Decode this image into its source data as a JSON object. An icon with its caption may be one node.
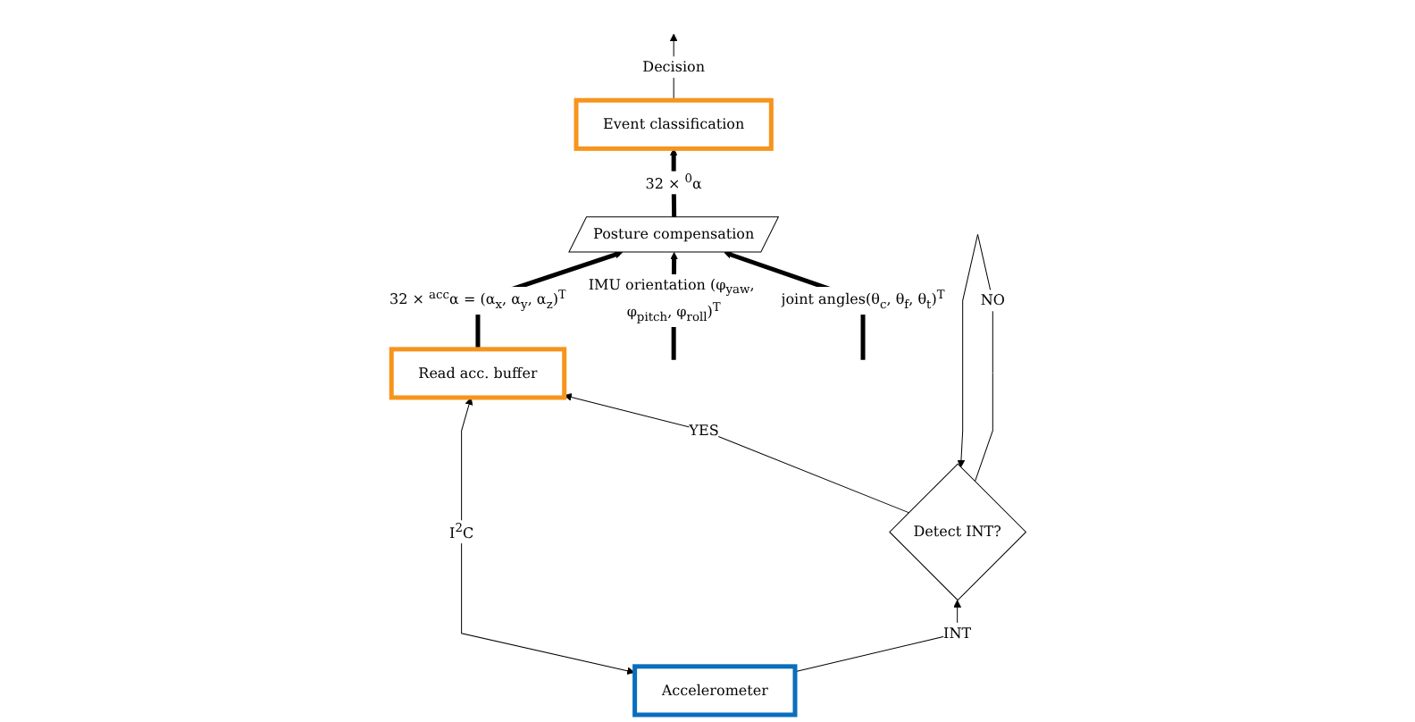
{
  "diagram": {
    "nodes": [
      {
        "text": [
          "Event classification"
        ]
      },
      {
        "text": [
          "Posture compensation"
        ]
      },
      {
        "text": [
          "Detect INT?"
        ]
      },
      {
        "text": [
          "Read acc. buffer"
        ]
      },
      {
        "text": [
          "Accelerometer"
        ]
      }
    ],
    "edges": [
      {
        "from": null,
        "to": 1,
        "arrow": "to",
        "label": "joint angles(θ$_{c}$, θ$_{f}$, θ$_{t}$)$^{T}$",
        "style": "thick"
      },
      {
        "from": null,
        "to": 1,
        "arrow": "to",
        "label": "IMU orientation (φ$_{yaw}$, φ$_{pitch}$, φ$_{roll}$)$^{T}$",
        "style": "thick"
      },
      {
        "from": 1,
        "to": 0,
        "arrow": "to",
        "label": "32 × $^{0}$α",
        "style": "thick"
      },
      {
        "from": 0,
        "to": null,
        "arrow": "to",
        "label": "Decision"
      },
      {
        "from": 3,
        "to": 1,
        "arrow": "to",
        "label": "32 × $^{acc}$α = (α$_{x}$, α$_{y}$, α$_{z}$)$^{T}$",
        "style": "thick"
      },
      {
        "from": 2,
        "to": 3,
        "arrow": "to",
        "label": "YES"
      },
      {
        "from": 2,
        "to": 2,
        "arrow": "to",
        "label": "NO"
      },
      {
        "from": 4,
        "to": 2,
        "arrow": "to",
        "label": "INT"
      },
      {
        "from": 4,
        "to": 3,
        "arrow": "both",
        "label": "I$^{2}$C"
      }
    ]
  }
}
